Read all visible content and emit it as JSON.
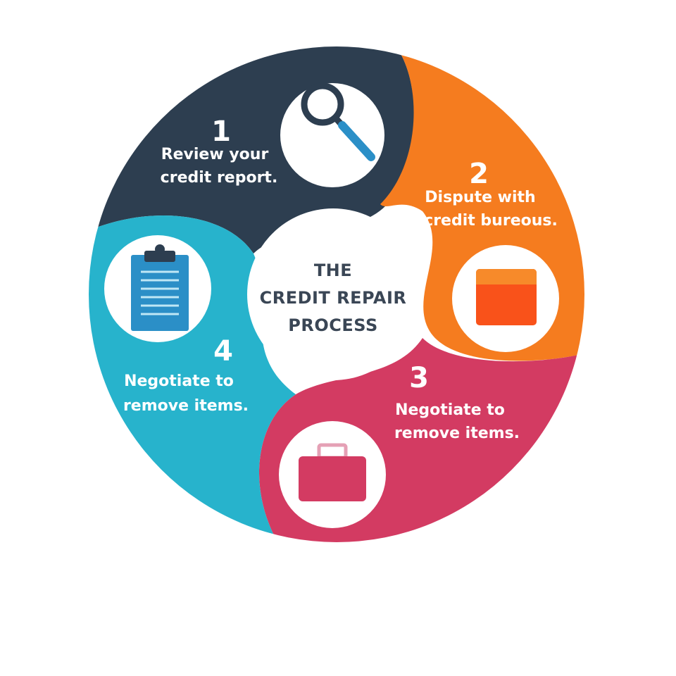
{
  "center": {
    "line1": "THE",
    "line2": "CREDIT REPAIR",
    "line3": "PROCESS"
  },
  "steps": [
    {
      "number": "1",
      "line1": "Review your",
      "line2": "credit report.",
      "icon": "magnifier-icon",
      "color": "#2d3e50"
    },
    {
      "number": "2",
      "line1": "Dispute with",
      "line2": "credit bureous.",
      "icon": "window-icon",
      "color": "#f57c1f"
    },
    {
      "number": "3",
      "line1": "Negotiate to",
      "line2": "remove items.",
      "icon": "briefcase-icon",
      "color": "#d33b62"
    },
    {
      "number": "4",
      "line1": "Negotiate to",
      "line2": "remove items.",
      "icon": "clipboard-icon",
      "color": "#27b3cc"
    }
  ]
}
